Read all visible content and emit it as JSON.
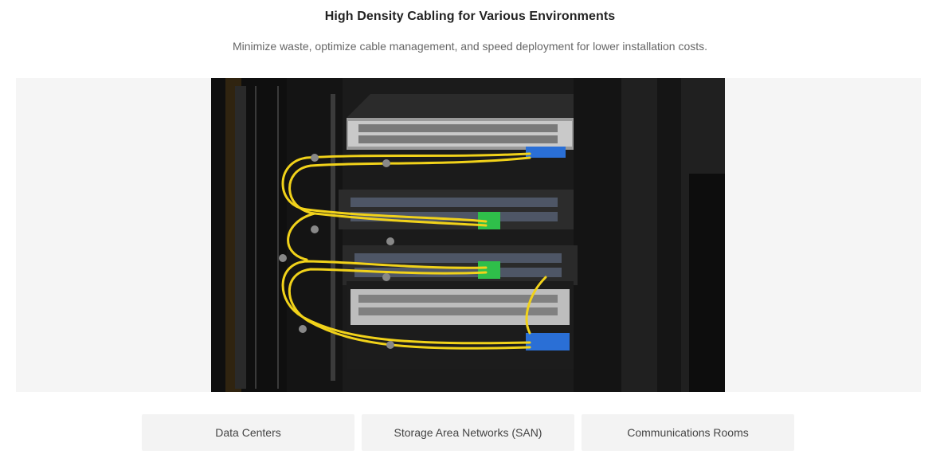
{
  "header": {
    "title": "High Density Cabling for Various Environments",
    "subtitle": "Minimize waste, optimize cable management, and speed deployment for lower installation costs."
  },
  "hero": {
    "image_icon": "server-rack-cabling-image",
    "colors": {
      "rack": "#141414",
      "cable": "#f1d21a",
      "connector_blue": "#2a6fd6",
      "connector_green": "#2fbf4a"
    }
  },
  "tabs": [
    {
      "label": "Data Centers"
    },
    {
      "label": "Storage Area Networks (SAN)"
    },
    {
      "label": "Communications Rooms"
    }
  ]
}
